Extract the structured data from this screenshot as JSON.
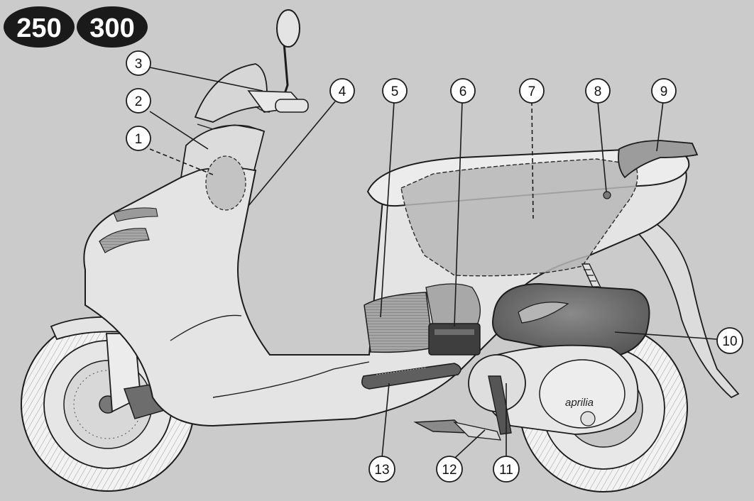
{
  "badges": [
    "250",
    "300"
  ],
  "brand_logo": "aprilia",
  "callouts": [
    "1",
    "2",
    "3",
    "4",
    "5",
    "6",
    "7",
    "8",
    "9",
    "10",
    "11",
    "12",
    "13"
  ],
  "colors": {
    "background": "#cbcbcb",
    "body": "#e4e4e4",
    "body_dark": "#9a9a9a",
    "badge": "#1a1a1a",
    "outline": "#1c1c1c"
  }
}
